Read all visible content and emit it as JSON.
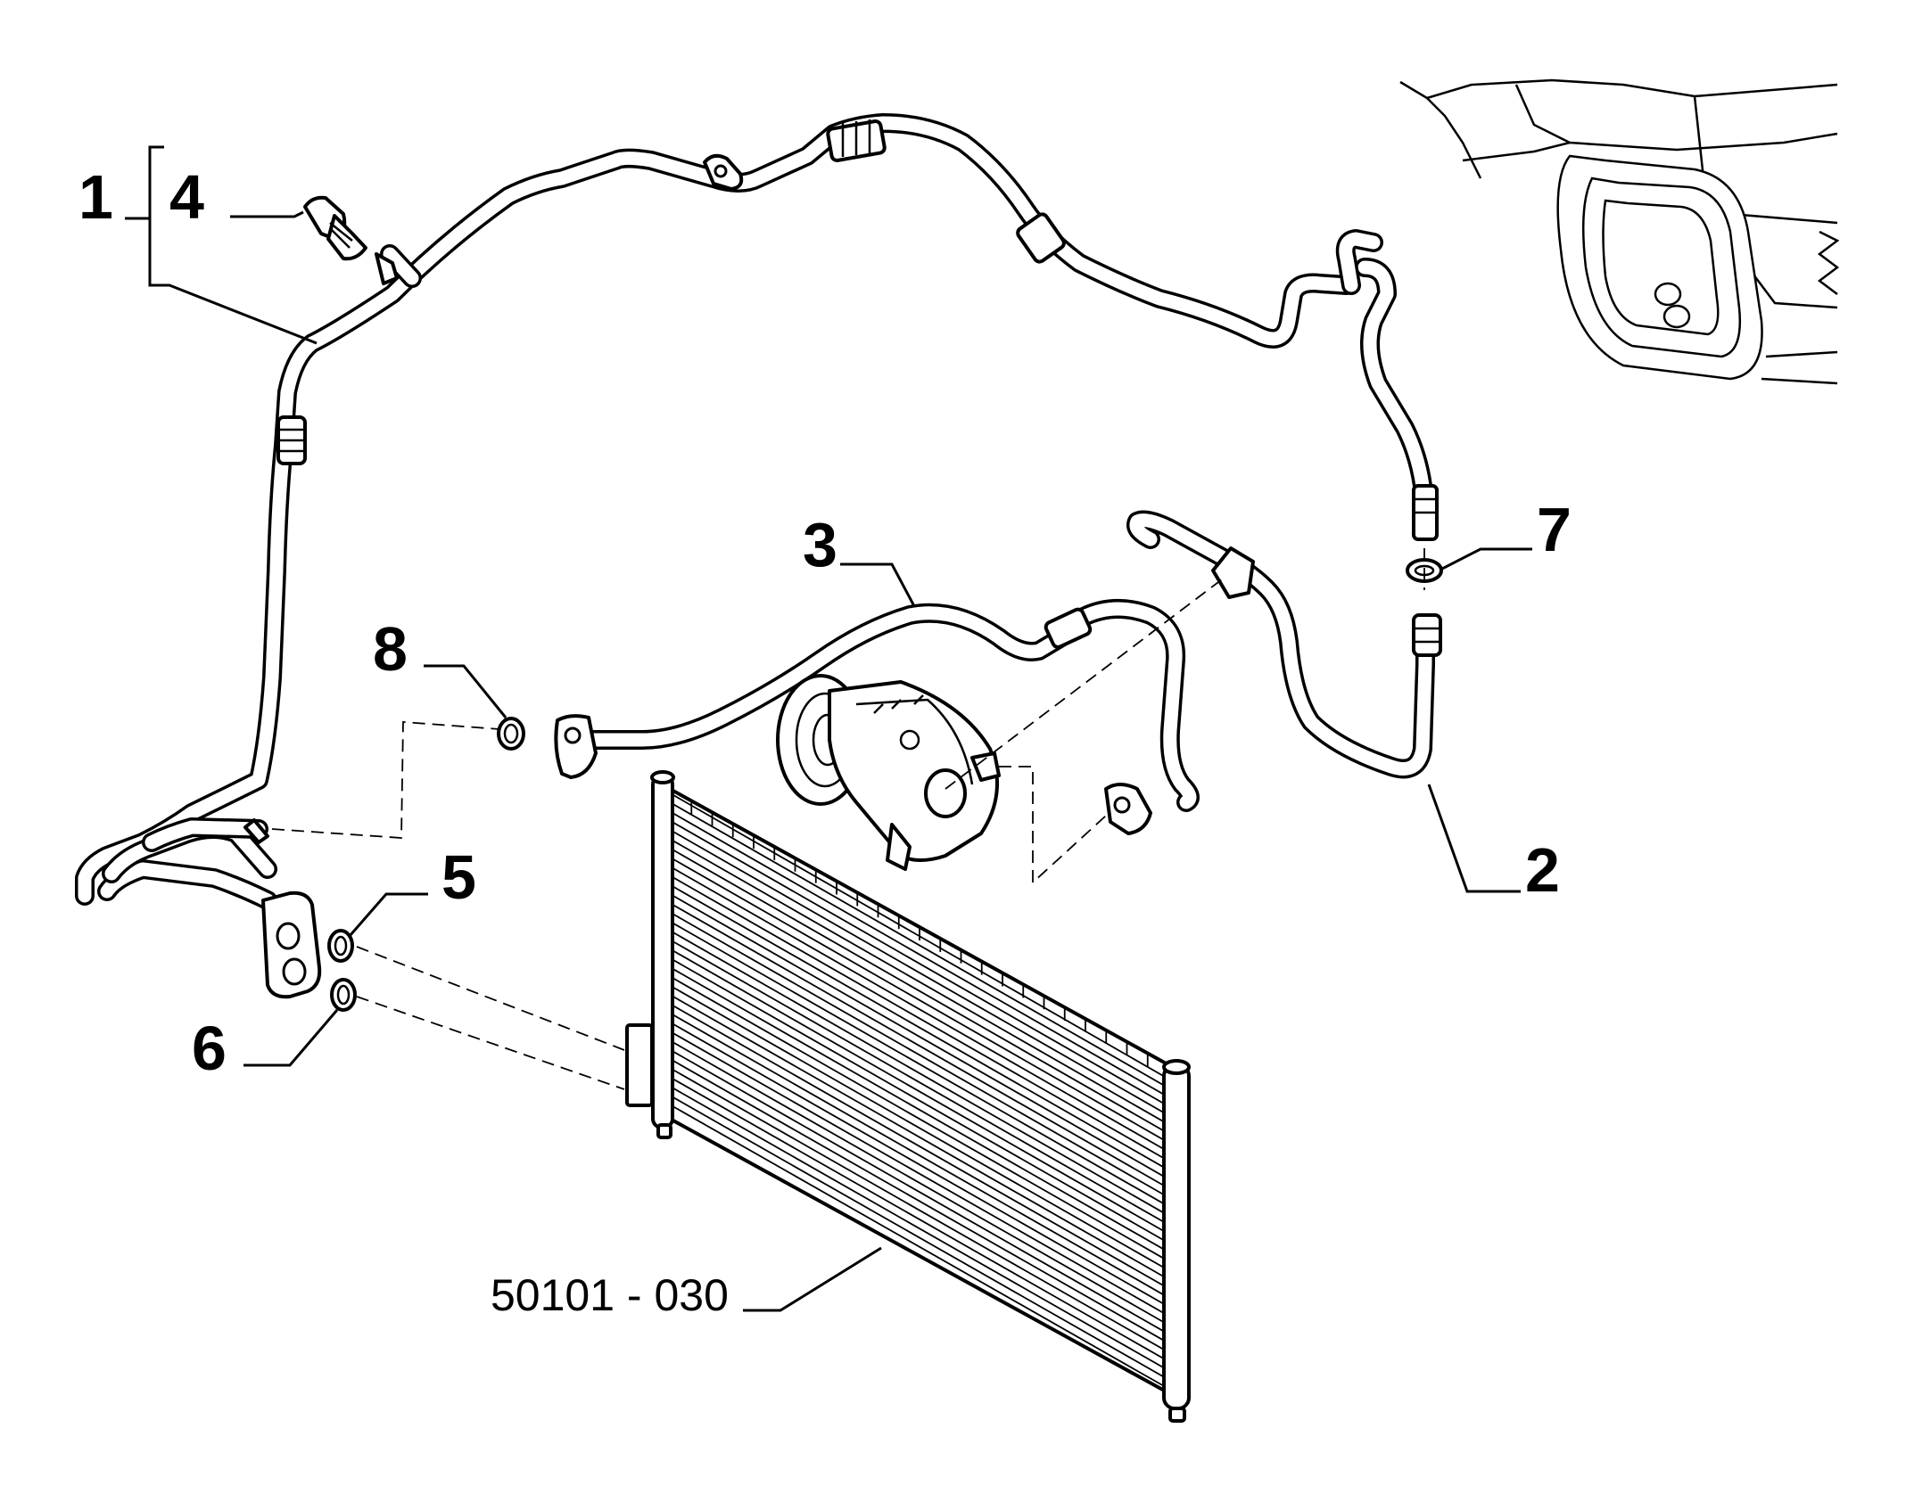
{
  "callouts": {
    "c1": "1",
    "c2": "2",
    "c3": "3",
    "c4": "4",
    "c5": "5",
    "c6": "6",
    "c7": "7",
    "c8": "8"
  },
  "reference": "50101 - 030"
}
